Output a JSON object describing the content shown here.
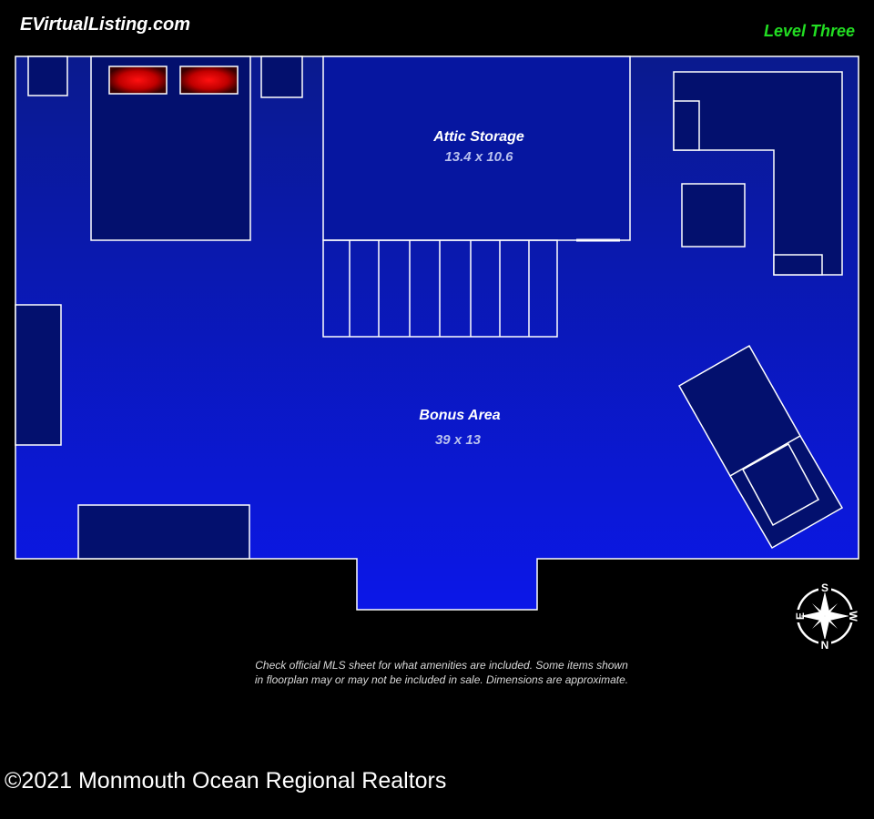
{
  "header": {
    "brand": "EVirtualListing.com",
    "level": "Level Three"
  },
  "rooms": {
    "attic": {
      "name": "Attic Storage",
      "dimensions": "13.4 x 10.6"
    },
    "bonus": {
      "name": "Bonus Area",
      "dimensions": "39 x 13"
    }
  },
  "compass": {
    "north": "N",
    "south": "S",
    "east": "E",
    "west": "W"
  },
  "footer": {
    "disclaimer_line1": "Check official MLS sheet for what amenities are included. Some items shown",
    "disclaimer_line2": "in floorplan may or may not be included in sale. Dimensions are approximate.",
    "copyright": "©2021 Monmouth Ocean Regional Realtors"
  },
  "colors": {
    "floor_top": "#0a1a8e",
    "floor_bottom": "#0b17e8",
    "furniture": "#03106e",
    "walls": "#ffffff",
    "pillow": "#e00000",
    "level_label": "#22dd22"
  }
}
